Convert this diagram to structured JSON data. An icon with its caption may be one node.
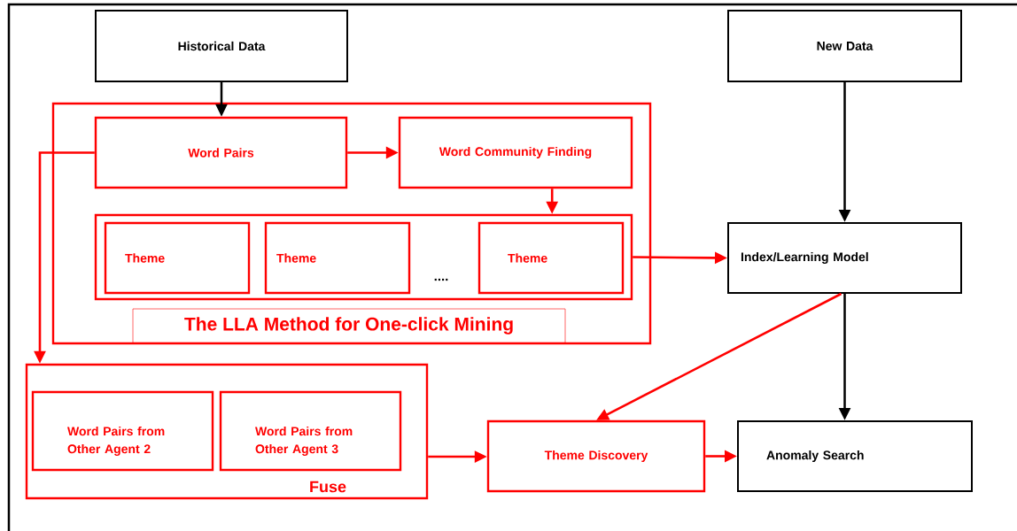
{
  "diagram": {
    "nodes": [
      {
        "text": [
          "Historical Data"
        ]
      },
      {
        "text": [
          "New Data"
        ]
      },
      {
        "text": [
          "The LLA Method for One-click Mining"
        ]
      },
      {
        "text": [
          "Word Pairs"
        ],
        "in": 2
      },
      {
        "text": [
          "Word Community Finding"
        ],
        "in": 2
      },
      {
        "text": [],
        "shape": "box",
        "in": 2
      },
      {
        "text": [
          "Theme"
        ],
        "in": 5
      },
      {
        "text": [
          "Theme"
        ],
        "in": 5
      },
      {
        "text": [
          "Theme"
        ],
        "in": 5
      },
      {
        "text": [
          "Index/Learning Model"
        ]
      },
      {
        "text": [
          "Fuse"
        ]
      },
      {
        "text": [
          "Word Pairs from Other Agent 2"
        ],
        "in": 10
      },
      {
        "text": [
          "Word Pairs from Other Agent 3"
        ],
        "in": 10
      },
      {
        "text": [
          "Theme Discovery"
        ]
      },
      {
        "text": [
          "Anomaly Search"
        ]
      }
    ],
    "edges": [
      {
        "from": 0,
        "to": 3,
        "arrow": "to",
        "color": "#000000"
      },
      {
        "from": 3,
        "to": 4,
        "arrow": "to"
      },
      {
        "from": 4,
        "to": 5,
        "arrow": "to"
      },
      {
        "from": 5,
        "to": 9,
        "arrow": "to"
      },
      {
        "from": 3,
        "to": 10,
        "arrow": "to"
      },
      {
        "from": 1,
        "to": 9,
        "arrow": "to",
        "color": "#000000"
      },
      {
        "from": 9,
        "to": 13,
        "arrow": "to"
      },
      {
        "from": 9,
        "to": 14,
        "arrow": "to",
        "color": "#000000"
      },
      {
        "from": 10,
        "to": 13,
        "arrow": "to"
      },
      {
        "from": 13,
        "to": 14,
        "arrow": "to"
      }
    ],
    "labels": [
      "...."
    ]
  }
}
